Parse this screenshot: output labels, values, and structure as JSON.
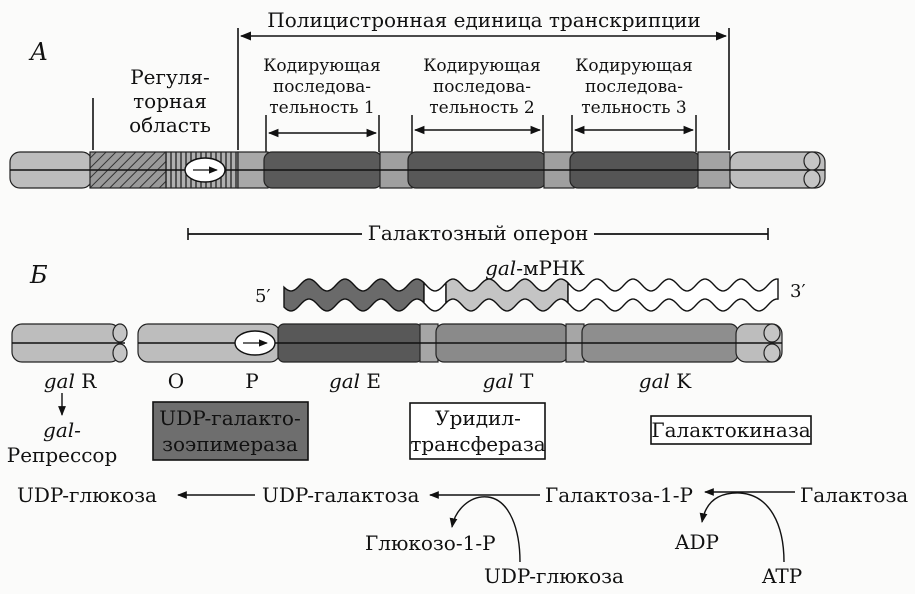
{
  "panel_a": {
    "letter": "А",
    "transcription_unit": "Полицистронная единица транскрипции",
    "regulatory_region": [
      "Регуля-",
      "торная",
      "область"
    ],
    "coding_1": [
      "Кодирующая",
      "последова-",
      "тельность 1"
    ],
    "coding_2": [
      "Кодирующая",
      "последова-",
      "тельность 2"
    ],
    "coding_3": [
      "Кодирующая",
      "последова-",
      "тельность 3"
    ],
    "operon": "Галактозный оперон"
  },
  "panel_b": {
    "letter": "Б",
    "mrna_prefix": "gal",
    "mrna_suffix": "-мРНК",
    "five_prime": "5′",
    "three_prime": "3′",
    "gene_r": {
      "italic": "gal",
      "plain": " R"
    },
    "o": "O",
    "p": "P",
    "gene_e": {
      "italic": "gal",
      "plain": " E"
    },
    "gene_t": {
      "italic": "gal",
      "plain": " T"
    },
    "gene_k": {
      "italic": "gal",
      "plain": " K"
    },
    "repressor": [
      "gal-",
      "Репрессор"
    ],
    "enzyme_e": [
      "UDP-галакто-",
      "зоэпимераза"
    ],
    "enzyme_t": [
      "Уридил-",
      "трансфераза"
    ],
    "enzyme_k": "Галактокиназа"
  },
  "pathway": {
    "udp_glucose_out": "UDP-глюкоза",
    "udp_galactose": "UDP-галактоза",
    "galactose_1p": "Галактоза-1-Р",
    "galactose": "Галактоза",
    "glucose_1p": "Глюкозо-1-Р",
    "udp_glucose_in": "UDP-глюкоза",
    "adp": "ADP",
    "atp": "ATP"
  },
  "colors": {
    "light": "#b9b9b9",
    "medium": "#8d8d8d",
    "dark": "#555555",
    "enzyme_box": "#6e6e6e",
    "ink": "#111111"
  }
}
